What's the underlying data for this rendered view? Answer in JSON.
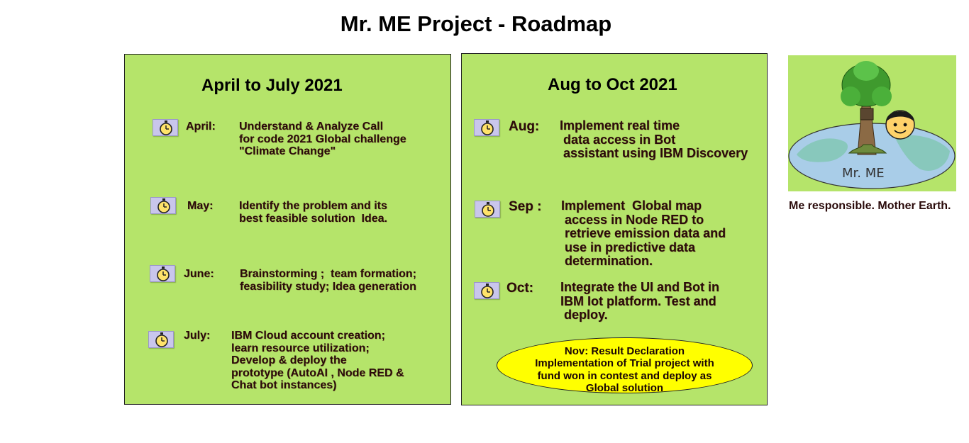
{
  "title": "Mr. ME Project - Roadmap",
  "panels": [
    {
      "heading": "April to July 2021",
      "entries": [
        {
          "month": "April:",
          "description": "Understand & Analyze Call\nfor code 2021 Global challenge\n\"Climate Change\"",
          "icon": "clock-icon"
        },
        {
          "month": "May:",
          "description": "Identify the problem and its\nbest feasible solution  Idea.",
          "icon": "clock-icon"
        },
        {
          "month": "June:",
          "description": "Brainstorming ;  team formation;\nfeasibility study; Idea generation",
          "icon": "clock-icon"
        },
        {
          "month": "July:",
          "description": "IBM Cloud account creation;\nlearn resource utilization;\nDevelop & deploy the\nprototype (AutoAI , Node RED &\nChat bot instances)",
          "icon": "clock-icon"
        }
      ]
    },
    {
      "heading": "Aug to Oct 2021",
      "entries": [
        {
          "month": "Aug:",
          "description": "Implement real time\n data access in Bot\n assistant using IBM Discovery",
          "icon": "clock-icon"
        },
        {
          "month": "Sep :",
          "description": "Implement  Global map\n access in Node RED to\n retrieve emission data and\n use in predictive data\n determination.",
          "icon": "clock-icon"
        },
        {
          "month": "Oct:",
          "description": "Integrate the UI and Bot in\nIBM Iot platform. Test and\n deploy.",
          "icon": "clock-icon"
        }
      ],
      "callout": "Nov: Result Declaration\nImplementation of Trial project with\nfund won in contest and deploy as\nGlobal solution"
    }
  ],
  "logo": {
    "label": "Mr. ME",
    "tagline": "Me responsible. Mother Earth.",
    "icons": [
      "earth-icon",
      "tree-icon",
      "boy-face-icon"
    ]
  },
  "colors": {
    "panel": "#b5e46a",
    "callout": "#ffff00",
    "clock_bg": "#c9c6ec",
    "text_dark": "#2a0a0a"
  }
}
